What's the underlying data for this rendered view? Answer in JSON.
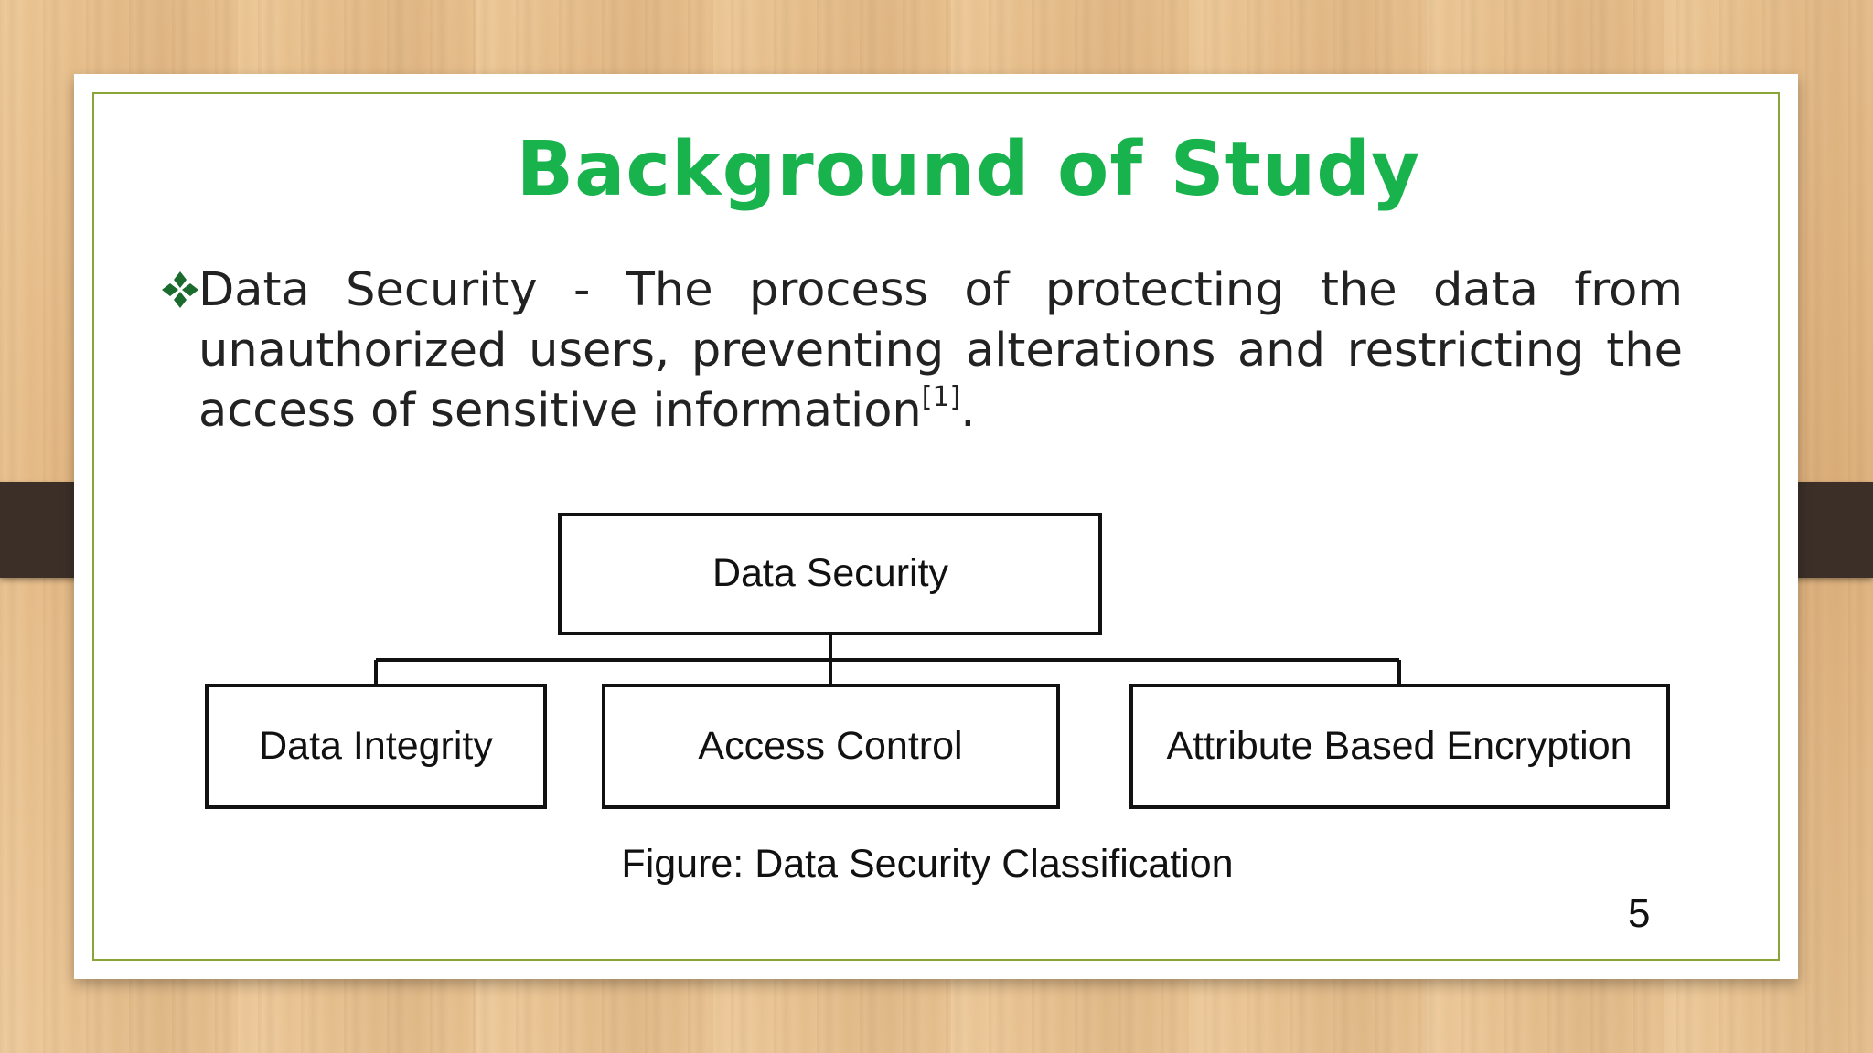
{
  "slide": {
    "title": "Background of Study",
    "page_number": "5",
    "colors": {
      "title": "#19b34d",
      "frame": "#8aa535",
      "bullet": "#1b6b2e"
    }
  },
  "bullet": {
    "icon": "four-diamond-bullet-icon",
    "text": "Data Security - The process of protecting the data from unauthorized users, preventing alterations and restricting the access of sensitive information",
    "citation": "[1]",
    "end": "."
  },
  "diagram": {
    "root": "Data Security",
    "children": [
      "Data Integrity",
      "Access Control",
      "Attribute Based Encryption"
    ],
    "caption": "Figure: Data Security Classification"
  }
}
